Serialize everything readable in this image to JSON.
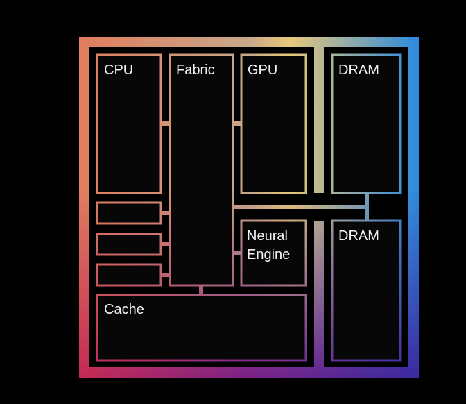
{
  "diagram": {
    "blocks": {
      "cpu": "CPU",
      "fabric": "Fabric",
      "gpu": "GPU",
      "dram_top": "DRAM",
      "dram_bottom": "DRAM",
      "neural_engine_line1": "Neural",
      "neural_engine_line2": "Engine",
      "cache": "Cache"
    },
    "colors": {
      "top_left": "#e07d5e",
      "top_mid": "#c7a88a",
      "top_right": "#2b8ae0",
      "bottom_left": "#c52a52",
      "bottom_mid": "#6a1f8a",
      "bottom_right": "#3a2aa0",
      "background": "#000000",
      "block_fill": "#070707"
    }
  }
}
